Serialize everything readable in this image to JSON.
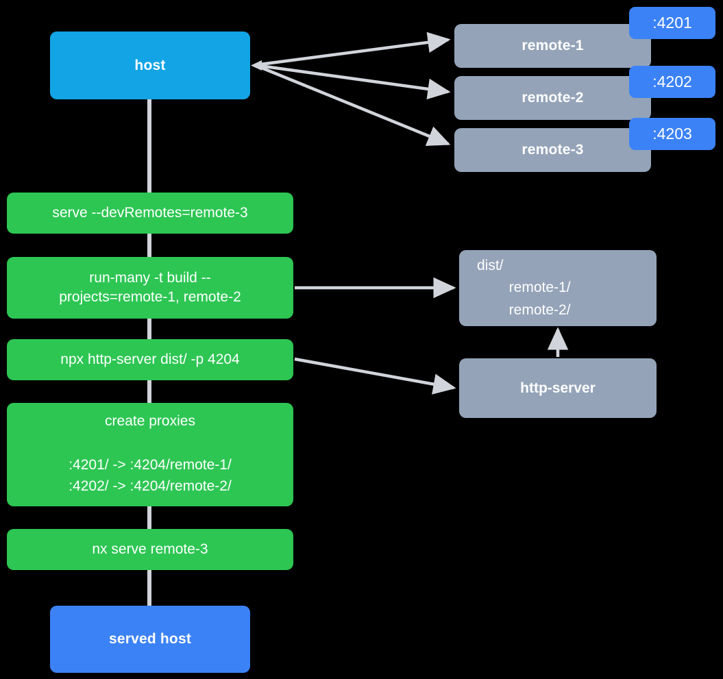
{
  "diagram": {
    "title": "Nx module federation host and remotes serving flow",
    "background": "#000000",
    "edge_color": "#D1D5DB",
    "colors": {
      "host": "#12A4E5",
      "served_host": "#3B82F6",
      "remote": "#94A3B8",
      "badge": "#3B82F6",
      "command": "#2DC653",
      "artifact": "#94A3B8"
    }
  },
  "nodes": {
    "host": {
      "label": "host"
    },
    "served_host": {
      "label": "served host"
    },
    "remotes": [
      {
        "label": "remote-1",
        "port": ":4201"
      },
      {
        "label": "remote-2",
        "port": ":4202"
      },
      {
        "label": "remote-3",
        "port": ":4203"
      }
    ],
    "commands": [
      {
        "id": "serve",
        "label": "serve --devRemotes=remote-3"
      },
      {
        "id": "run-many",
        "label": "run-many -t build --\nprojects=remote-1, remote-2"
      },
      {
        "id": "http-server-cmd",
        "label": "npx http-server dist/ -p 4204"
      },
      {
        "id": "create-proxies",
        "title": "create proxies",
        "lines": ":4201/ -> :4204/remote-1/\n:4202/ -> :4204/remote-2/"
      },
      {
        "id": "nx-serve",
        "label": "nx serve remote-3"
      }
    ],
    "artifacts": [
      {
        "id": "dist",
        "label": "dist/\n        remote-1/\n        remote-2/"
      },
      {
        "id": "http-server",
        "label": "http-server"
      }
    ]
  }
}
